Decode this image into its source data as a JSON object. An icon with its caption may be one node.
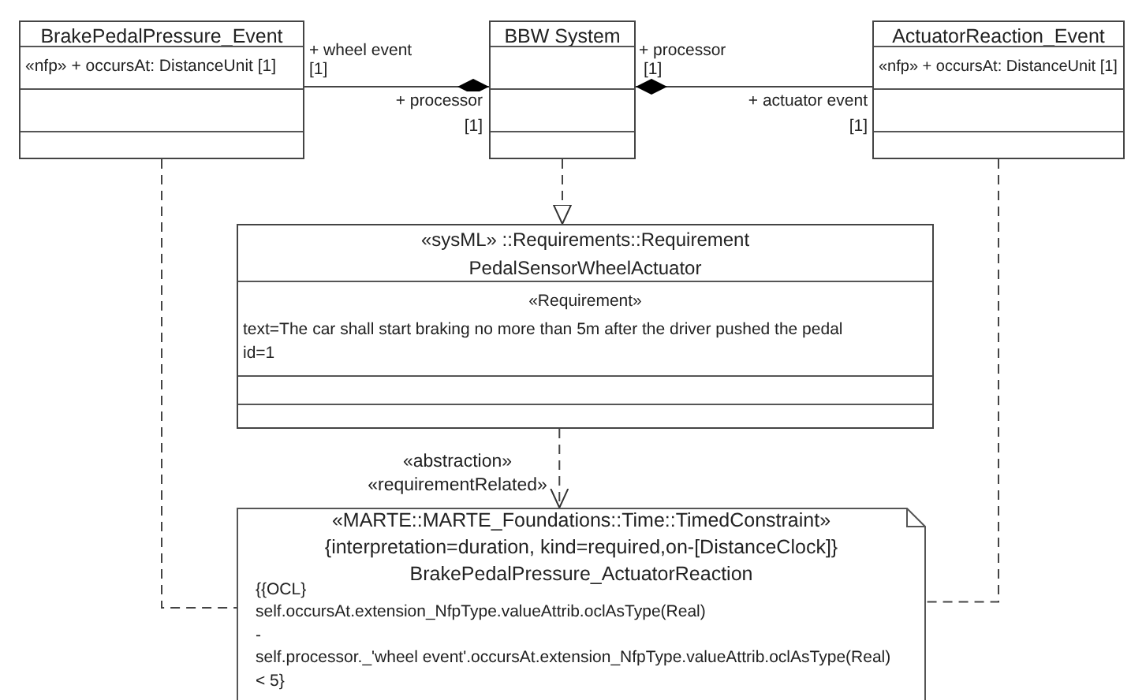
{
  "diagram": {
    "nodes": [
      {
        "text": [
          "BrakePedalPressure_Event",
          "«nfp» + occursAt: DistanceUnit [1]"
        ]
      },
      {
        "text": [
          "BBW System"
        ]
      },
      {
        "text": [
          "ActuatorReaction_Event",
          "«nfp» + occursAt: DistanceUnit [1]"
        ]
      },
      {
        "text": [
          "«sysML» ::Requirements::Requirement",
          "PedalSensorWheelActuator",
          "«Requirement»",
          "text=The car shall start braking no more than 5m after the driver pushed the pedal",
          "id=1"
        ]
      },
      {
        "text": [
          "«MARTE::MARTE_Foundations::Time::TimedConstraint»",
          "{interpretation=duration, kind=required,on-[DistanceClock]}",
          "BrakePedalPressure_ActuatorReaction",
          "{{OCL}",
          "self.occursAt.extension_NfpType.valueAttrib.oclAsType(Real)",
          "-",
          "self.processor._'wheel event'.occursAt.extension_NfpType.valueAttrib.oclAsType(Real)",
          "< 5}"
        ]
      }
    ],
    "edges": [
      {
        "from": 0,
        "to": 1,
        "arrow": "other"
      },
      {
        "from": 2,
        "to": 1,
        "arrow": "other"
      },
      {
        "from": 1,
        "to": 3,
        "arrow": "to",
        "style": "dashed"
      },
      {
        "from": 3,
        "to": 4,
        "arrow": "to",
        "style": "dashed",
        "label": "«abstraction» «requirementRelated»"
      },
      {
        "from": 0,
        "to": 4,
        "arrow": "none",
        "style": "dashed"
      },
      {
        "from": 2,
        "to": 4,
        "arrow": "none",
        "style": "dashed"
      }
    ],
    "labels": [
      "+ wheel event",
      "[1]",
      "+ processor",
      "[1]",
      "+ processor",
      "[1]",
      "+ actuator event",
      "[1]"
    ]
  }
}
